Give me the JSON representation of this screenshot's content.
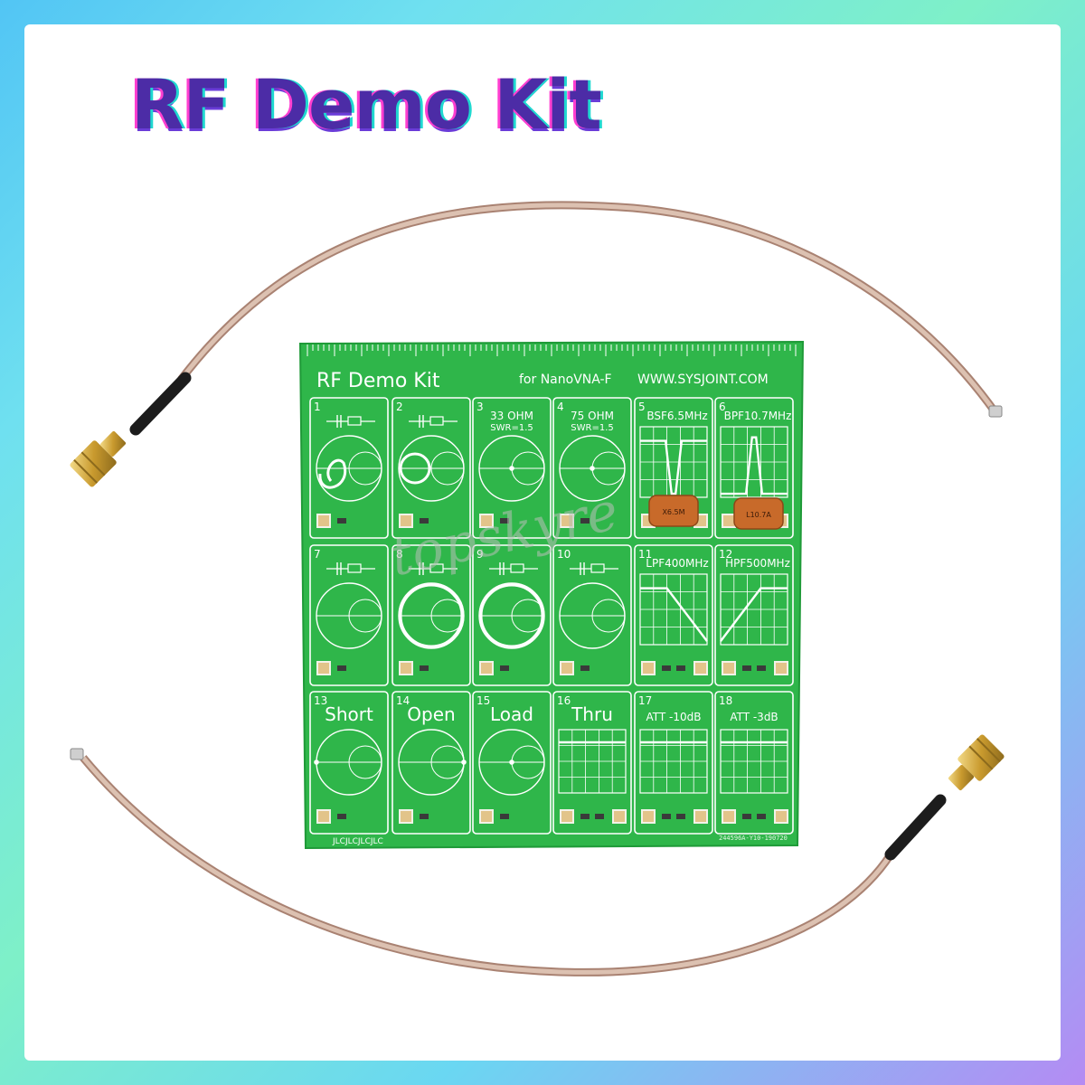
{
  "title": "RF Demo Kit",
  "watermark": "topskyre",
  "board": {
    "title": "RF Demo Kit",
    "subtitle": "for NanoVNA-F",
    "website": "WWW.SYSJOINT.COM",
    "bottom_left_code": "JLCJLCJLCJLC",
    "bottom_right_code": "244596A-Y10-190720",
    "component_marks": [
      "X6.5M",
      "L10.7A"
    ],
    "cells": [
      {
        "num": "1",
        "label": "",
        "kind": "smith-r1"
      },
      {
        "num": "2",
        "label": "",
        "kind": "smith-r2"
      },
      {
        "num": "3",
        "label": "33 OHM",
        "label2": "SWR=1.5",
        "kind": "smith-dot"
      },
      {
        "num": "4",
        "label": "75 OHM",
        "label2": "SWR=1.5",
        "kind": "smith-dot"
      },
      {
        "num": "5",
        "label": "BSF6.5MHz",
        "kind": "bsf"
      },
      {
        "num": "6",
        "label": "BPF10.7MHz",
        "kind": "bpf"
      },
      {
        "num": "7",
        "label": "",
        "kind": "smith"
      },
      {
        "num": "8",
        "label": "",
        "kind": "smith-outer"
      },
      {
        "num": "9",
        "label": "",
        "kind": "smith-outer"
      },
      {
        "num": "10",
        "label": "",
        "kind": "smith"
      },
      {
        "num": "11",
        "label": "LPF400MHz",
        "kind": "lpf"
      },
      {
        "num": "12",
        "label": "HPF500MHz",
        "kind": "hpf"
      },
      {
        "num": "13",
        "label": "Short",
        "kind": "smith-short"
      },
      {
        "num": "14",
        "label": "Open",
        "kind": "smith-open"
      },
      {
        "num": "15",
        "label": "Load",
        "kind": "smith-dot"
      },
      {
        "num": "16",
        "label": "Thru",
        "kind": "grid-flat"
      },
      {
        "num": "17",
        "label": "ATT -10dB",
        "kind": "grid-flat"
      },
      {
        "num": "18",
        "label": "ATT -3dB",
        "kind": "grid-flat"
      }
    ]
  },
  "colors": {
    "pcb": "#2fb64a",
    "pcb_edge": "#22a03c",
    "silkscreen": "#ffffff",
    "title_purple": "#4c2ca6",
    "cable": "#c9a898",
    "sma_gold": "#d7b24a",
    "ceramic": "#c86a2a"
  }
}
